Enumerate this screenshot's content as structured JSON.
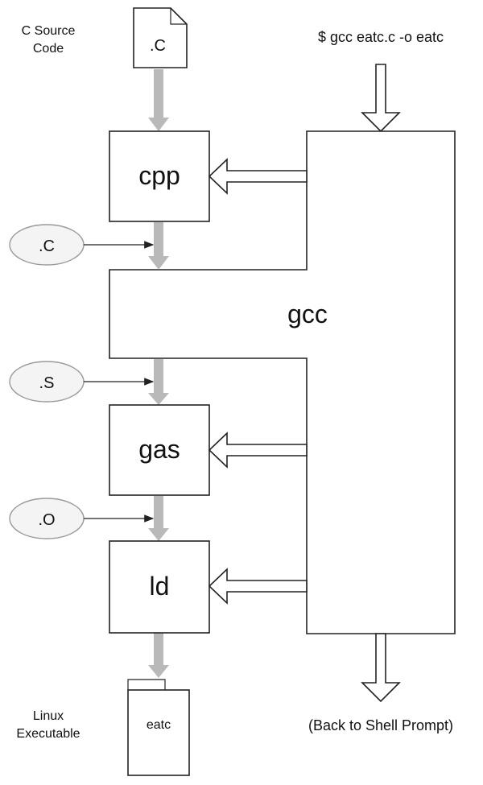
{
  "source": {
    "label_line1": "C Source",
    "label_line2": "Code",
    "file_ext": ".C"
  },
  "command": "$ gcc eatc.c -o eatc",
  "stages": {
    "cpp": "cpp",
    "gcc": "gcc",
    "gas": "gas",
    "ld": "ld"
  },
  "intermediates": {
    "preprocessed": ".C",
    "assembly": ".S",
    "object": ".O"
  },
  "output": {
    "file_name": "eatc",
    "label_line1": "Linux",
    "label_line2": "Executable"
  },
  "return_text": "(Back to Shell Prompt)",
  "colors": {
    "stroke": "#222222",
    "flow_arrow": "#b9b9b9",
    "ellipse_fill": "#f4f4f4"
  }
}
